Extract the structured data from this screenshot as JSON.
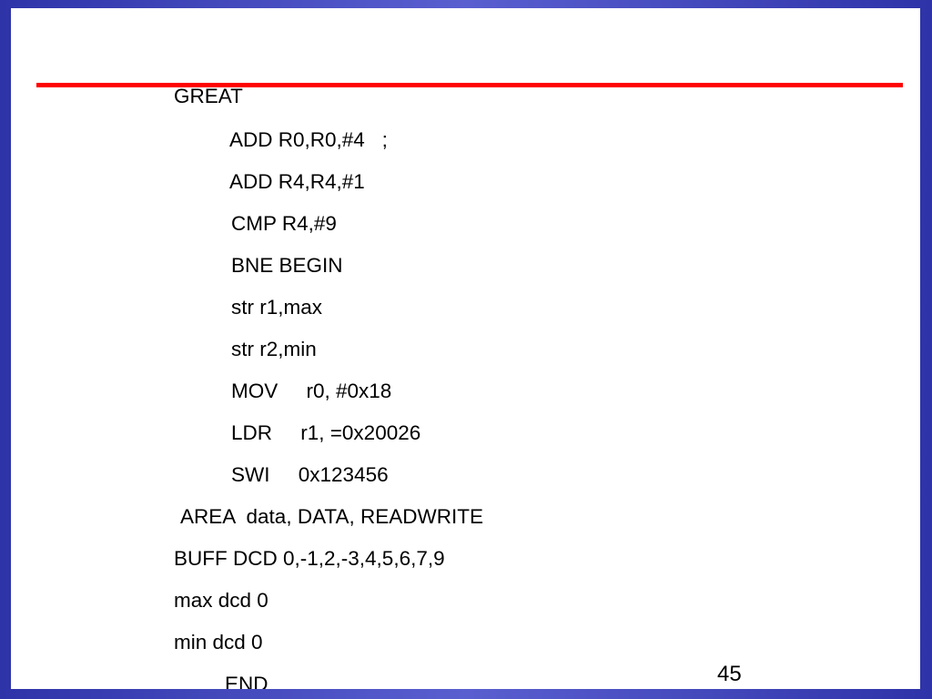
{
  "slide": {
    "lines": [
      "GREAT",
      "ADD R0,R0,#4   ;",
      "ADD R4,R4,#1",
      "CMP R4,#9",
      "BNE BEGIN",
      "str r1,max",
      "str r2,min",
      "MOV     r0, #0x18",
      "LDR     r1, =0x20026",
      "SWI     0x123456",
      "AREA  data, DATA, READWRITE",
      "BUFF DCD 0,-1,2,-3,4,5,6,7,9",
      "max dcd 0",
      "min dcd 0",
      "END"
    ],
    "page_number": "45"
  },
  "colors": {
    "frame": "#3a3fb0",
    "rule": "#ff0000",
    "page": "#ffffff",
    "text": "#000000"
  }
}
